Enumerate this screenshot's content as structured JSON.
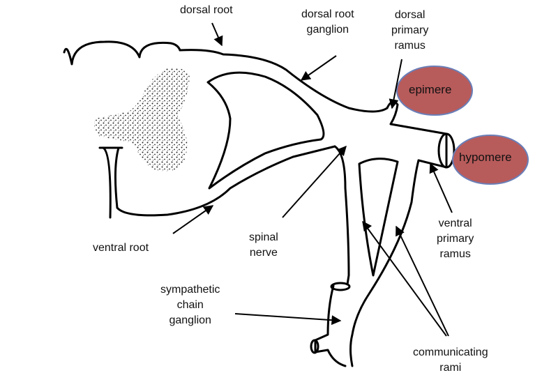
{
  "labels": {
    "dorsal_root": "dorsal root",
    "drg_line1": "dorsal root",
    "drg_line2": "ganglion",
    "dpr_line1": "dorsal",
    "dpr_line2": "primary",
    "dpr_line3": "ramus",
    "epimere": "epimere",
    "hypomere": "hypomere",
    "vpr_line1": "ventral",
    "vpr_line2": "primary",
    "vpr_line3": "ramus",
    "ventral_root": "ventral root",
    "spinal_line1": "spinal",
    "spinal_line2": "nerve",
    "scg_line1": "sympathetic",
    "scg_line2": "chain",
    "scg_line3": "ganglion",
    "cr_line1": "communicating",
    "cr_line2": "rami"
  },
  "colors": {
    "blob_fill": "#b85b5b",
    "blob_stroke": "#6a7fb8",
    "line": "#000000",
    "grey_matter": "#222222"
  }
}
